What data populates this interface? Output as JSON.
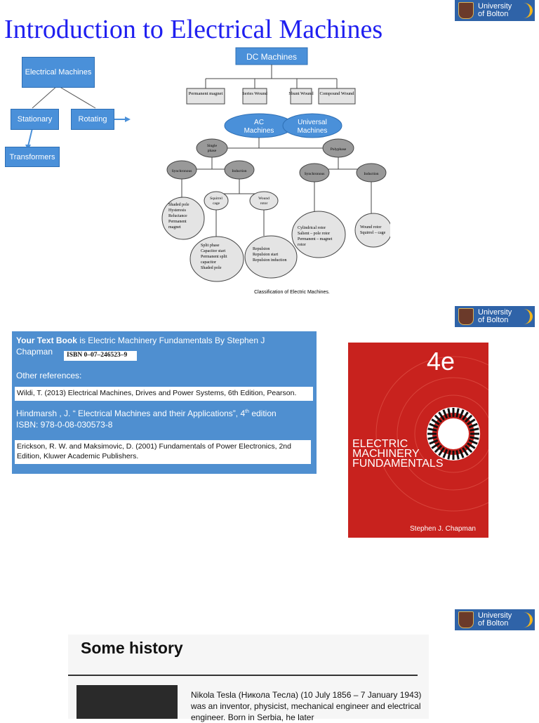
{
  "logo": {
    "line1": "University",
    "line2": "of Bolton"
  },
  "slide1": {
    "title": "Introduction to Electrical Machines",
    "tree": {
      "root": "Electrical Machines",
      "stationary": "Stationary",
      "rotating": "Rotating",
      "transformers": "Transformers"
    },
    "diagram": {
      "dc": "DC Machines",
      "dc_types": [
        "Permanent magnet",
        "Series Wound",
        "Shunt Wound",
        "Compound Wound"
      ],
      "ac": "AC Machines",
      "universal": "Universal Machines",
      "single_phase": "Single phase",
      "polyphase": "Polyphase",
      "synchronous": "Synchronous",
      "induction": "Induction",
      "squirrel_cage": "Squirrel cage",
      "wound_rotor": "Wound rotor",
      "sync_list": [
        "Shaded pole",
        "Hysteresis",
        "Reluctance",
        "Permanent",
        "magnet"
      ],
      "squirrel_list": [
        "Split phase",
        "Capacitor start",
        "Permanent split",
        "capacitor",
        "Shaded pole"
      ],
      "repulsion_list": [
        "Repulsion",
        "Repulsion start",
        "Repulsion induction"
      ],
      "poly_sync_list": [
        "Cylindrical rotor",
        "Salient – pole rotor",
        "Permanent – magnet",
        "rotor"
      ],
      "poly_ind_list": [
        "Wound rotor",
        "Squirrel – cage"
      ],
      "caption": "Classification of Electric Machines."
    }
  },
  "slide2": {
    "textbook_bold": "Your Text Book",
    "textbook_rest": " is Electric Machinery Fundamentals By Stephen J Chapman",
    "isbn": "ISBN 0–07–246523–9",
    "other_refs": "Other references:",
    "ref1": "Wildi, T. (2013) Electrical Machines, Drives and Power Systems, 6th Edition, Pearson.",
    "ref2_a": "Hindmarsh , J.  “ Electrical Machines and their Applications”, 4",
    "ref2_sup": "th",
    "ref2_b": " edition",
    "ref2_isbn": "ISBN: 978-0-08-030573-8",
    "ref3": "Erickson, R. W. and Maksimovic, D. (2001) Fundamentals of Power Electronics, 2nd Edition, Kluwer Academic Publishers.",
    "book": {
      "edition": "4e",
      "line1": "ELECTRIC",
      "line2": "MACHINERY",
      "line3": "FUNDAMENTALS",
      "author": "Stephen J. Chapman"
    }
  },
  "slide3": {
    "title": "Some history",
    "text": "Nikola Tesla (Никола Тесла) (10 July 1856 – 7 January 1943) was an inventor, physicist, mechanical engineer and electrical engineer. Born in Serbia, he later"
  }
}
